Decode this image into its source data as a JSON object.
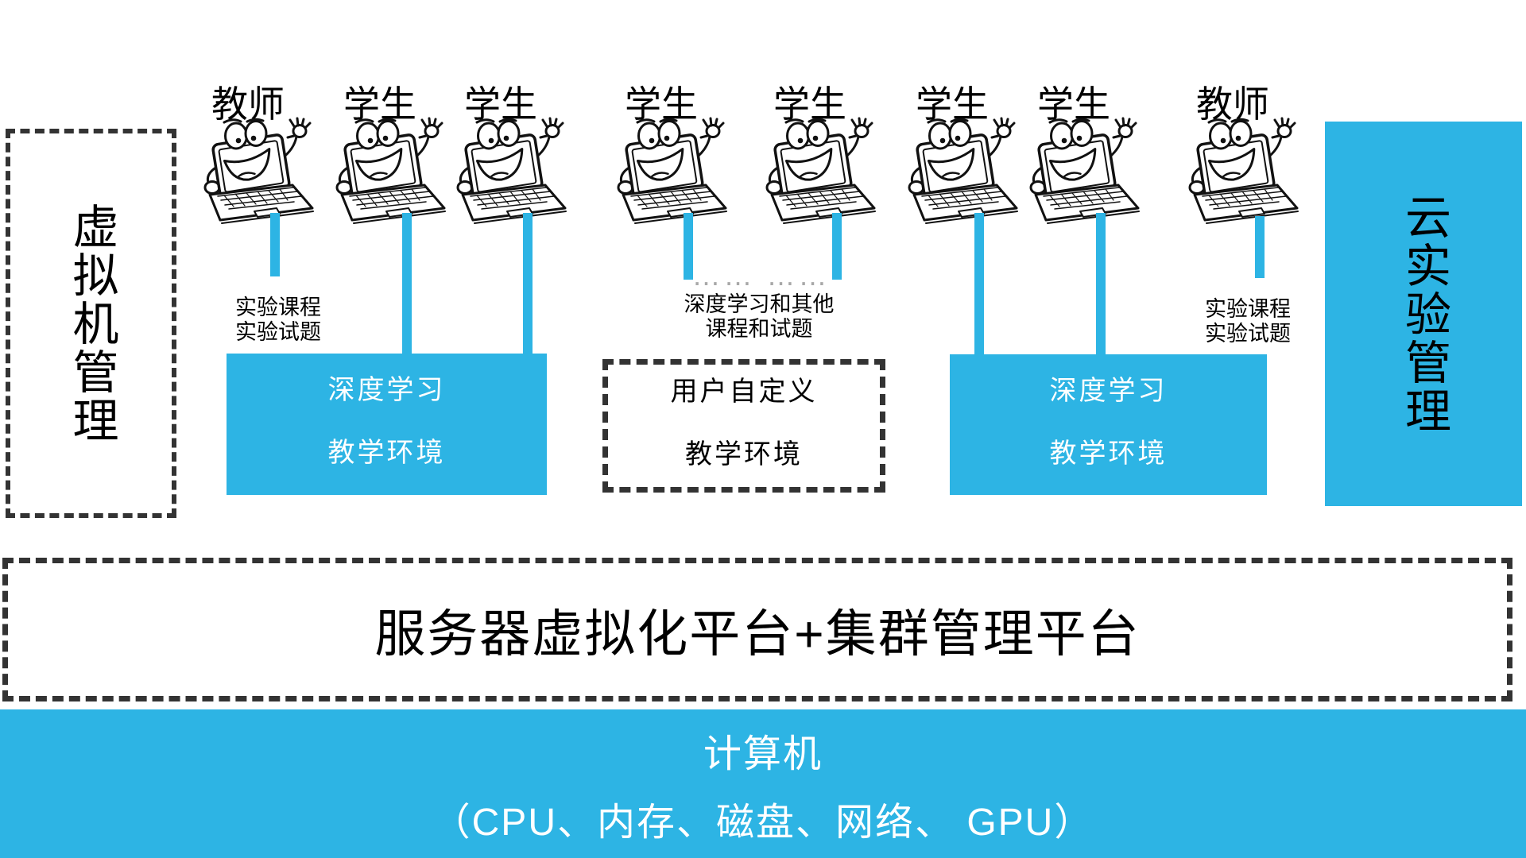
{
  "colors": {
    "accent_blue": "#2db4e4",
    "dash_gray": "#333333",
    "note_dots_gray": "#a8a8a8",
    "text_black": "#000000",
    "text_white": "#ffffff"
  },
  "left_panel": {
    "label": "虚拟机管理"
  },
  "right_panel": {
    "label": "云实验管理"
  },
  "clients": [
    {
      "role": "教师"
    },
    {
      "role": "学生"
    },
    {
      "role": "学生"
    },
    {
      "role": "学生"
    },
    {
      "role": "学生"
    },
    {
      "role": "学生"
    },
    {
      "role": "学生"
    },
    {
      "role": "教师"
    }
  ],
  "notes": {
    "left_teacher": {
      "line1": "实验课程",
      "line2": "实验试题"
    },
    "middle": {
      "line1": "深度学习和其他",
      "line2": "课程和试题"
    },
    "right_teacher": {
      "line1": "实验课程",
      "line2": "实验试题"
    },
    "ellipsis": "…… ……"
  },
  "environments": [
    {
      "style": "solid",
      "line1": "深度学习",
      "line2": "教学环境"
    },
    {
      "style": "dashed",
      "line1": "用户自定义",
      "line2": "教学环境"
    },
    {
      "style": "solid",
      "line1": "深度学习",
      "line2": "教学环境"
    }
  ],
  "platform": {
    "label": "服务器虚拟化平台+集群管理平台"
  },
  "hardware": {
    "title": "计算机",
    "detail": "（CPU、内存、磁盘、网络、 GPU）"
  }
}
